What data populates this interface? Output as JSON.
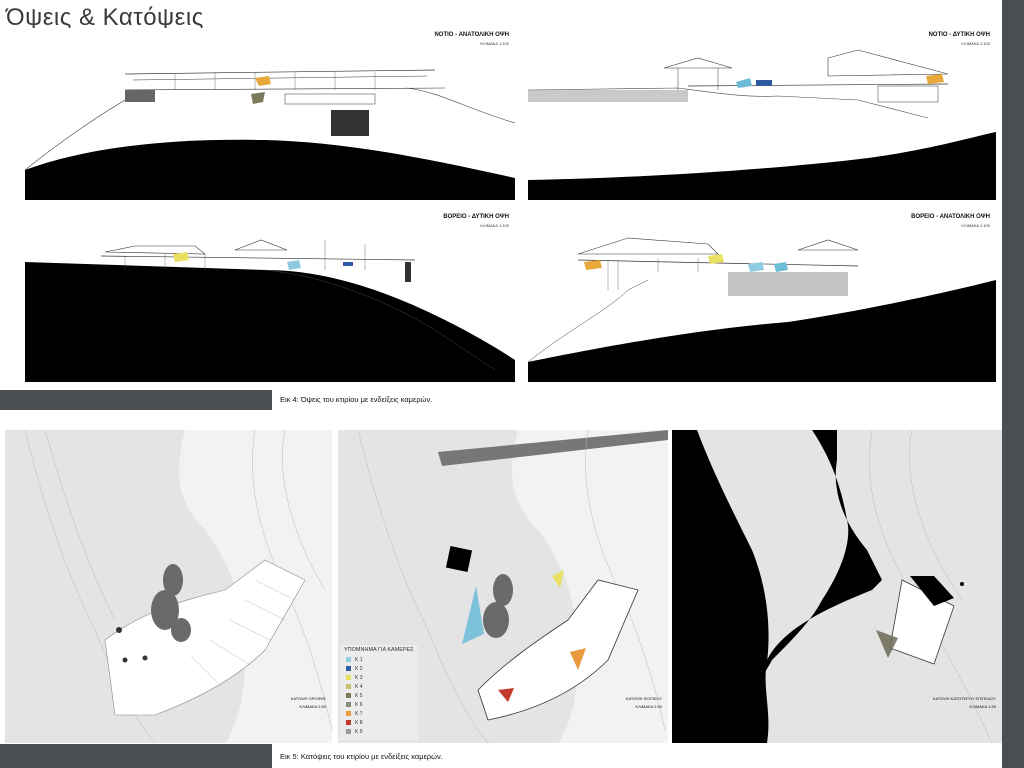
{
  "page": {
    "title": "Όψεις & Κατόψεις"
  },
  "elevations": [
    {
      "title": "ΝΟΤΙΟ - ΑΝΑΤΟΛΙΚΗ ΟΨΗ",
      "scale": "ΚΛΙΜΑΚΑ 1:100"
    },
    {
      "title": "ΝΟΤΙΟ - ΔΥΤΙΚΗ ΟΨΗ",
      "scale": "ΚΛΙΜΑΚΑ 1:100"
    },
    {
      "title": "ΒΟΡΕΙΟ - ΔΥΤΙΚΗ ΟΨΗ",
      "scale": "ΚΛΙΜΑΚΑ 1:100"
    },
    {
      "title": "ΒΟΡΕΙΟ - ΑΝΑΤΟΛΙΚΗ ΟΨΗ",
      "scale": "ΚΛΙΜΑΚΑ 1:100"
    }
  ],
  "captions": {
    "fig4": "Εικ 4: Όψεις του κτιρίου με ενδείξεις καμερών.",
    "fig5": "Εικ 5: Κατόψεις του κτιρίου με ενδείξεις καμερών."
  },
  "plans": [
    {
      "title": "ΚΑΤΟΨΗ ΟΡΟΦΗΣ",
      "scale": "ΚΛΙΜΑΚΑ 1:50"
    },
    {
      "title": "ΚΑΤΟΨΗ ΙΣΟΓΕΙΟΥ",
      "scale": "ΚΛΙΜΑΚΑ 1:50"
    },
    {
      "title": "ΚΑΤΟΨΗ ΚΑΤΩΤΕΡΟΥ ΕΠΙΠΕΔΟΥ",
      "scale": "ΚΛΙΜΑΚΑ 1:50"
    }
  ],
  "legend": {
    "title": "ΥΠΟΜΝΗΜΑ ΓΙΑ ΚΑΜΕΡΕΣ",
    "items": [
      {
        "label": "Κ 1",
        "color": "#8ecbe0"
      },
      {
        "label": "Κ 2",
        "color": "#2f5c9e"
      },
      {
        "label": "Κ 3",
        "color": "#e8e060"
      },
      {
        "label": "Κ 4",
        "color": "#c9c06a"
      },
      {
        "label": "Κ 5",
        "color": "#7a7a5a"
      },
      {
        "label": "Κ 6",
        "color": "#8a8a7a"
      },
      {
        "label": "Κ 7",
        "color": "#e89a3c"
      },
      {
        "label": "Κ 8",
        "color": "#c0392b"
      },
      {
        "label": "Κ 9",
        "color": "#9a9a9a"
      }
    ]
  }
}
